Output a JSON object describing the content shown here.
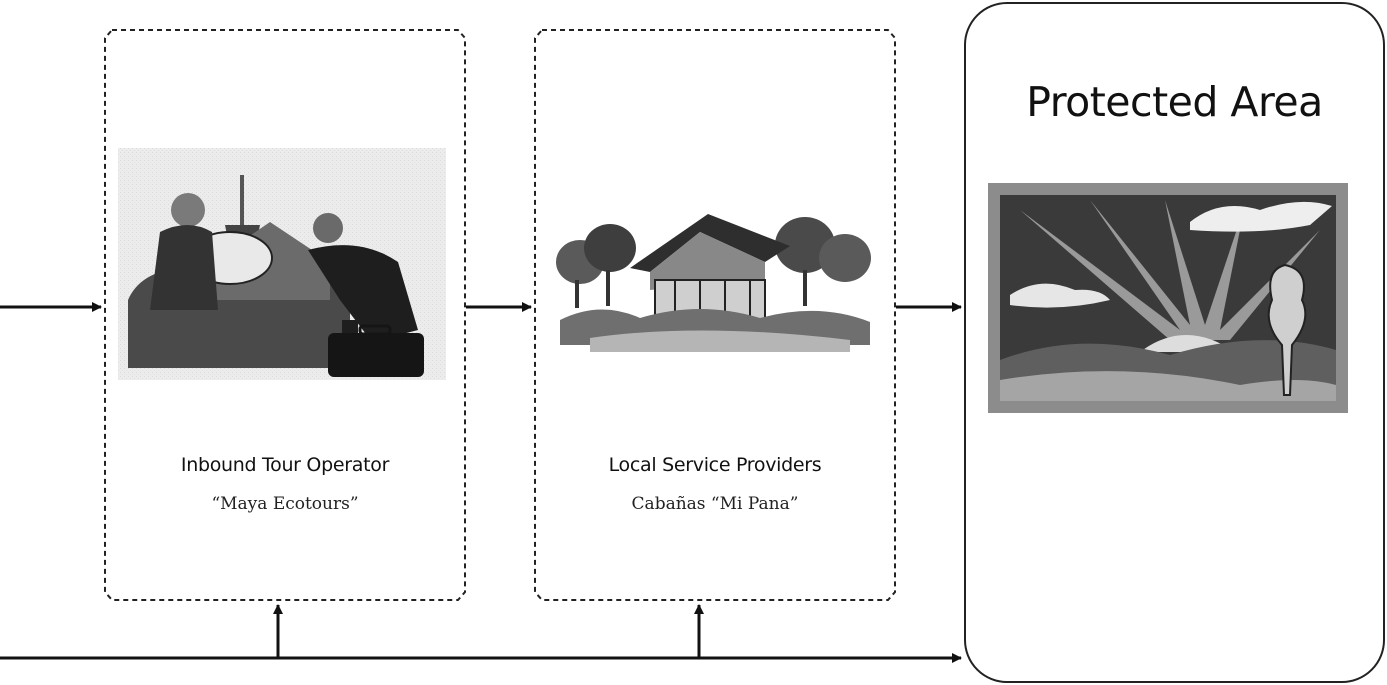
{
  "tour_operator": {
    "title": "Inbound Tour Operator",
    "subtitle": "“Maya Ecotours”",
    "illustration_icon": "travel-agent-clipart-icon"
  },
  "service_providers": {
    "title": "Local Service Providers",
    "subtitle": "Cabañas “Mi Pana”",
    "illustration_icon": "lodge-clipart-icon"
  },
  "protected_area": {
    "title": "Protected Area",
    "illustration_icon": "sunrise-landscape-clipart-icon"
  },
  "colors": {
    "line": "#111111",
    "box_border": "#222222"
  }
}
